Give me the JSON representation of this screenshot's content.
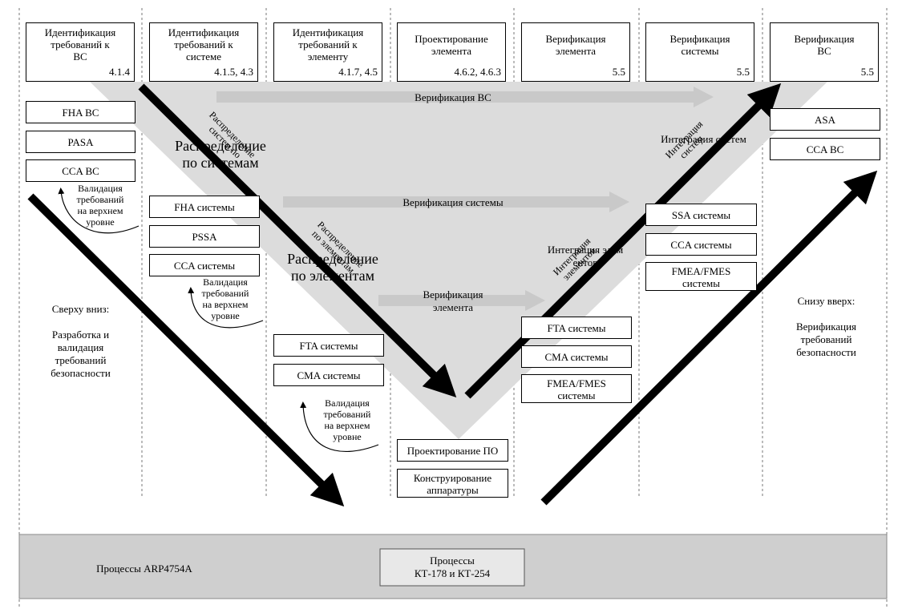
{
  "colors": {
    "triangle": "#dcdcdc",
    "bottom_band": "#cfcfcf",
    "gray_arrow": "#c9c9c9",
    "black_arrow": "#000000"
  },
  "icons": [
    "black-arrow-icon",
    "gray-arrow-icon",
    "curved-arrow-icon"
  ],
  "headers": [
    {
      "title": "Идентификация\nтребований к\nВС",
      "ref": "4.1.4"
    },
    {
      "title": "Идентификация\nтребований к\nсистеме",
      "ref": "4.1.5, 4.3"
    },
    {
      "title": "Идентификация\nтребований к\nэлементу",
      "ref": "4.1.7, 4.5"
    },
    {
      "title": "Проектирование\nэлемента",
      "ref": "4.6.2, 4.6.3"
    },
    {
      "title": "Верификация\nэлемента",
      "ref": "5.5"
    },
    {
      "title": "Верификация\nсистемы",
      "ref": "5.5"
    },
    {
      "title": "Верификация\nВС",
      "ref": "5.5"
    }
  ],
  "boxes": {
    "fha_bc": "FHA ВС",
    "pasa": "PASA",
    "cca_bc_left": "CCA ВС",
    "fha_sys": "FHA системы",
    "pssa": "PSSA",
    "cca_sys": "CCA системы",
    "fta_sys_left": "FTA системы",
    "cma_sys_left": "CMA системы",
    "sw_design": "Проектирование ПО",
    "hw_design": "Конструирование\nаппаратуры",
    "fta_sys_right": "FTA системы",
    "cma_sys_right": "CMA системы",
    "fmea_right_mid": "FMEA/FMES\nсистемы",
    "ssa_sys": "SSA системы",
    "cca_sys_right": "CCA системы",
    "fmea_right_top": "FMEA/FMES\nсистемы",
    "asa": "ASA",
    "cca_bc_right": "CCA ВС"
  },
  "labels": {
    "verif_bc": "Верификация ВС",
    "verif_sys": "Верификация системы",
    "verif_elem": "Верификация\nэлемента",
    "alloc_sys_big": "Распределение\nпо системам",
    "alloc_elem_big": "Распределение\nпо элементам",
    "alloc_sys_rot": "Распределение\nсистем по",
    "alloc_elem_rot": "Распределение\nпо элементам",
    "integ_sys": "Интеграция систем",
    "integ_sys_rot": "Интеграция\nсистем",
    "integ_elem": "Интеграция элем\nентов",
    "integ_elem_rot": "Интеграция\nэлементов",
    "valid_1": "Валидация\nтребований\nна верхнем\nуровне",
    "valid_2": "Валидация\nтребований\nна верхнем\nуровне",
    "valid_3": "Валидация\nтребований\nна верхнем\nуровне",
    "top_down": "Сверху вниз:\n\nРазработка и\nвалидация\nтребований\nбезопасности",
    "bottom_up": "Снизу вверх:\n\nВерификация\nтребований\nбезопасности",
    "arp_processes": "Процессы ARP4754A",
    "kt_processes": "Процессы\nКТ-178 и КТ-254"
  }
}
